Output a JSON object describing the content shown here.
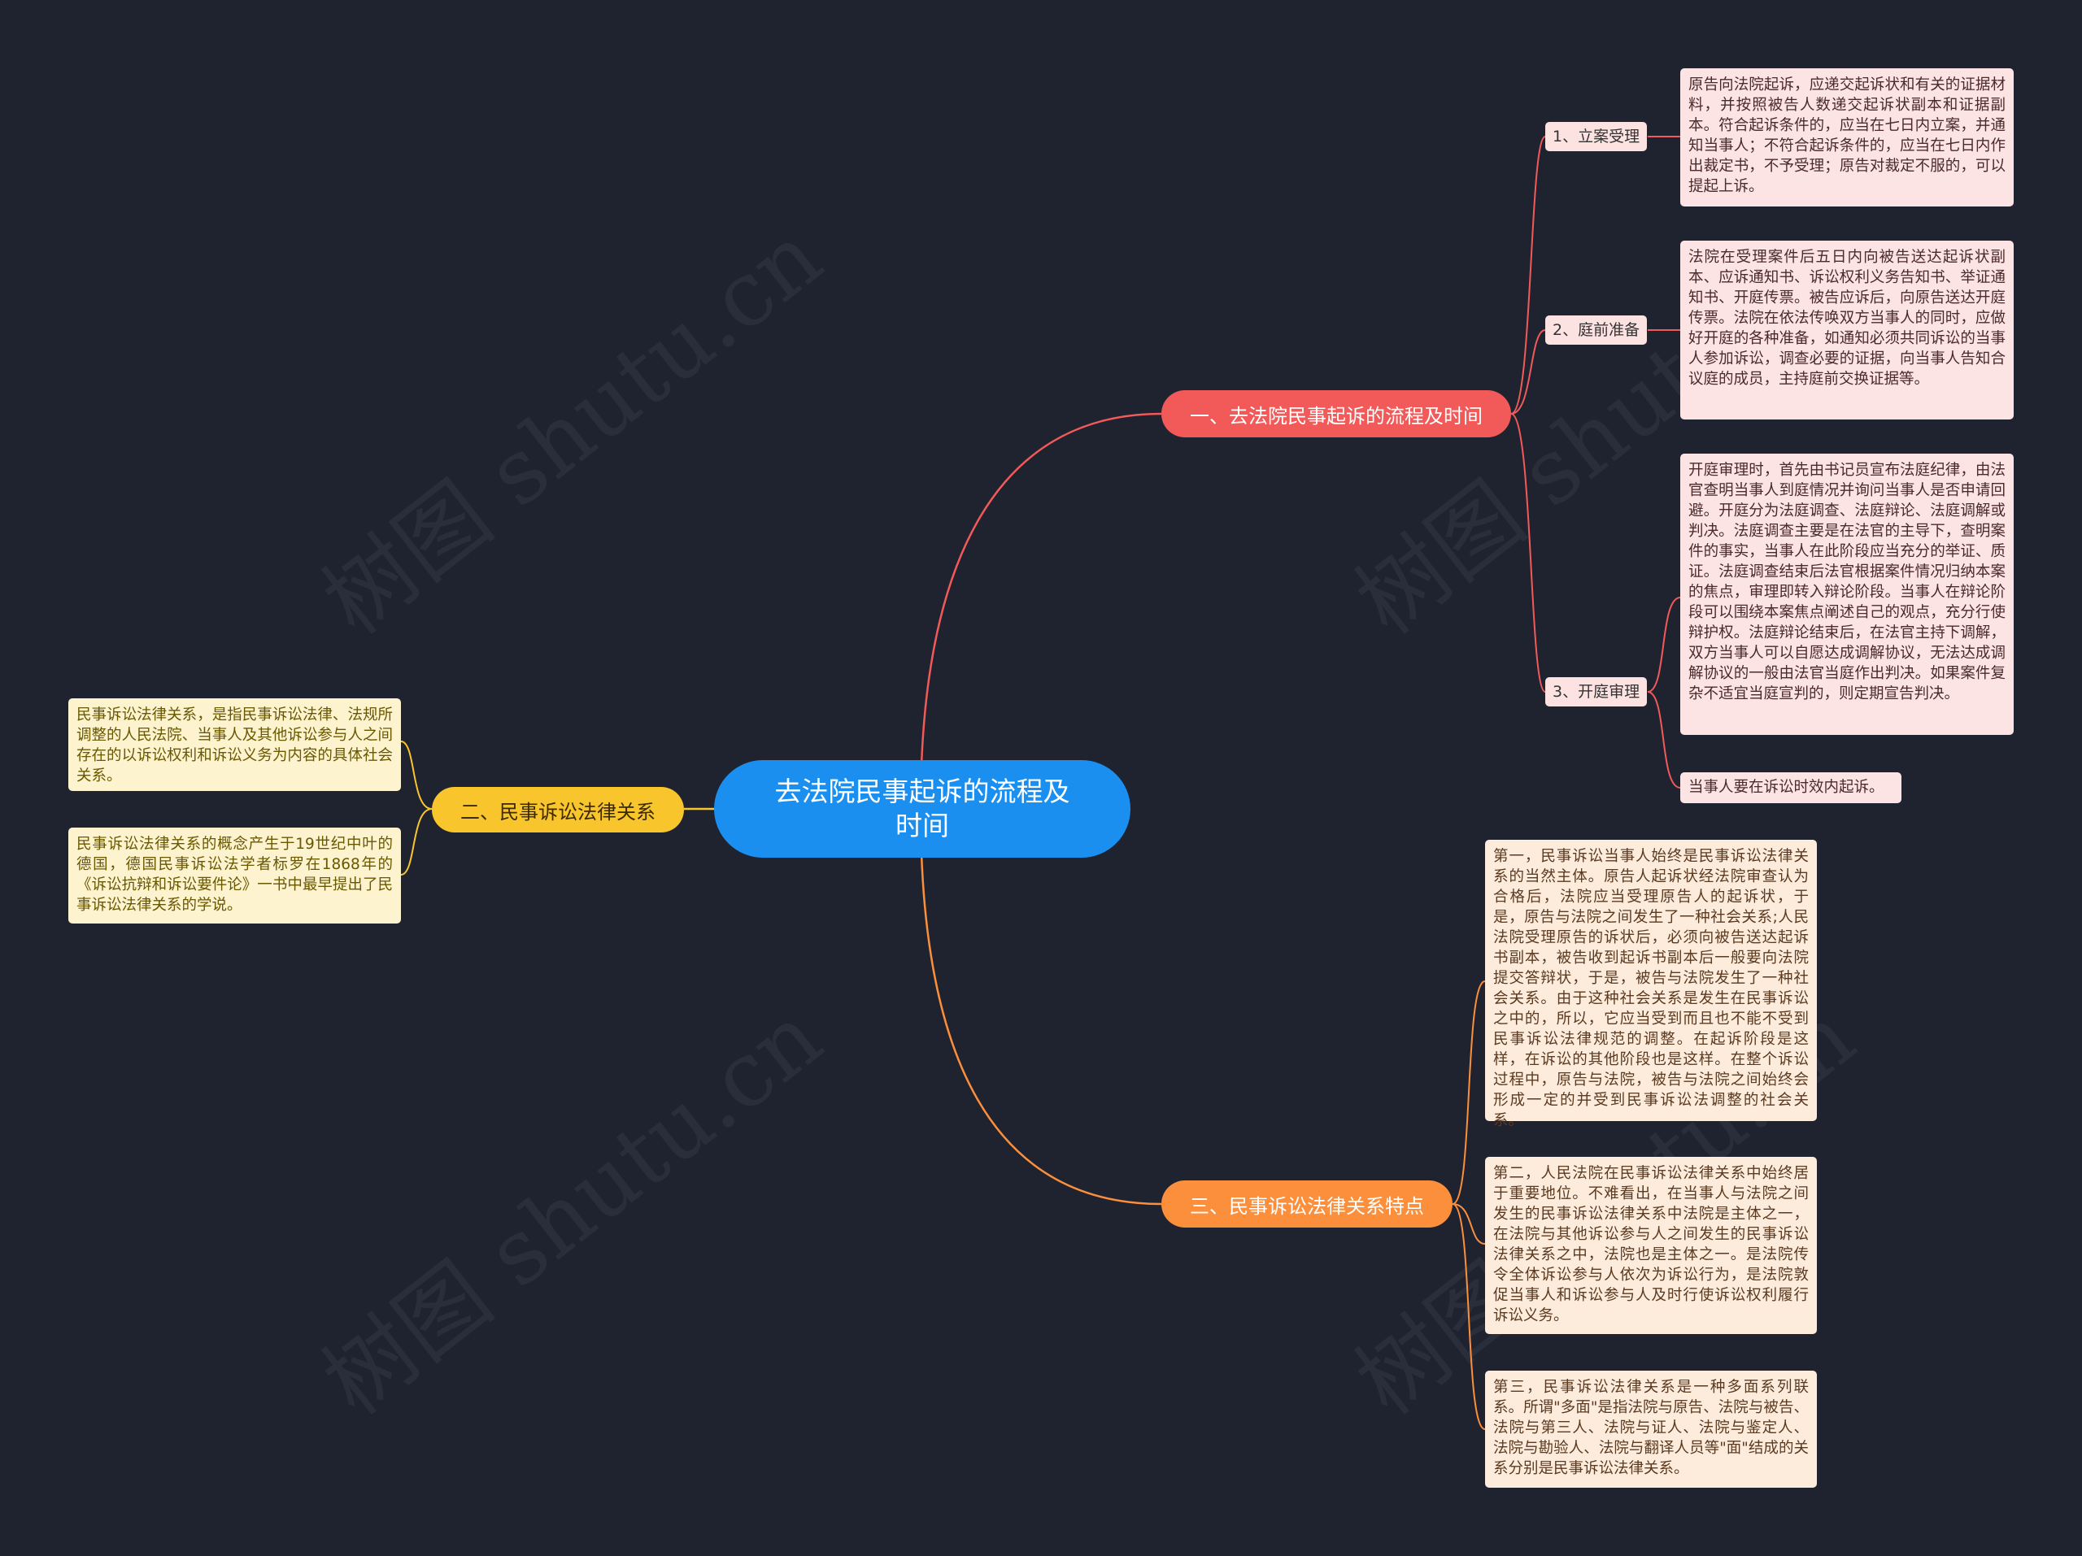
{
  "watermark": "树图 shutu.cn",
  "root": {
    "label": "去法院民事起诉的流程及时间"
  },
  "branches": {
    "process": {
      "label": "一、去法院民事起诉的流程及时间",
      "color": "#f25a5a",
      "children": [
        {
          "label": "1、立案受理",
          "text": "原告向法院起诉，应递交起诉状和有关的证据材料，并按照被告人数递交起诉状副本和证据副本。符合起诉条件的，应当在七日内立案，并通知当事人；不符合起诉条件的，应当在七日内作出裁定书，不予受理；原告对裁定不服的，可以提起上诉。"
        },
        {
          "label": "2、庭前准备",
          "text": "法院在受理案件后五日内向被告送达起诉状副本、应诉通知书、诉讼权利义务告知书、举证通知书、开庭传票。被告应诉后，向原告送达开庭传票。法院在依法传唤双方当事人的同时，应做好开庭的各种准备，如通知必须共同诉讼的当事人参加诉讼，调查必要的证据，向当事人告知合议庭的成员，主持庭前交换证据等。"
        },
        {
          "label": "3、开庭审理",
          "text": "开庭审理时，首先由书记员宣布法庭纪律，由法官查明当事人到庭情况并询问当事人是否申请回避。开庭分为法庭调查、法庭辩论、法庭调解或判决。法庭调查主要是在法官的主导下，查明案件的事实，当事人在此阶段应当充分的举证、质证。法庭调查结束后法官根据案件情况归纳本案的焦点，审理即转入辩论阶段。当事人在辩论阶段可以围绕本案焦点阐述自己的观点，充分行使辩护权。法庭辩论结束后，在法官主持下调解，双方当事人可以自愿达成调解协议，无法达成调解协议的一般由法官当庭作出判决。如果案件复杂不适宜当庭宣判的，则定期宣告判决。",
          "extra": "当事人要在诉讼时效内起诉。"
        }
      ]
    },
    "relation": {
      "label": "二、民事诉讼法律关系",
      "color": "#f8c52c",
      "leaves": [
        "民事诉讼法律关系，是指民事诉讼法律、法规所调整的人民法院、当事人及其他诉讼参与人之间存在的以诉讼权利和诉讼义务为内容的具体社会关系。",
        "民事诉讼法律关系的概念产生于19世纪中叶的德国，德国民事诉讼法学者标罗在1868年的《诉讼抗辩和诉讼要件论》一书中最早提出了民事诉讼法律关系的学说。"
      ]
    },
    "features": {
      "label": "三、民事诉讼法律关系特点",
      "color": "#fb8f3c",
      "leaves": [
        "第一，民事诉讼当事人始终是民事诉讼法律关系的当然主体。原告人起诉状经法院审查认为合格后，法院应当受理原告人的起诉状，于是，原告与法院之间发生了一种社会关系;人民法院受理原告的诉状后，必须向被告送达起诉书副本，被告收到起诉书副本后一般要向法院提交答辩状，于是，被告与法院发生了一种社会关系。由于这种社会关系是发生在民事诉讼之中的，所以，它应当受到而且也不能不受到民事诉讼法律规范的调整。在起诉阶段是这样，在诉讼的其他阶段也是这样。在整个诉讼过程中，原告与法院，被告与法院之间始终会形成一定的并受到民事诉讼法调整的社会关系。",
        "第二，人民法院在民事诉讼法律关系中始终居于重要地位。不难看出，在当事人与法院之间发生的民事诉讼法律关系中法院是主体之一，在法院与其他诉讼参与人之间发生的民事诉讼法律关系之中，法院也是主体之一。是法院传令全体诉讼参与人依次为诉讼行为，是法院敦促当事人和诉讼参与人及时行使诉讼权利履行诉讼义务。",
        "第三，民事诉讼法律关系是一种多面系列联系。所谓\"多面\"是指法院与原告、法院与被告、法院与第三人、法院与证人、法院与鉴定人、法院与勘验人、法院与翻译人员等\"面\"结成的关系分别是民事诉讼法律关系。"
      ]
    }
  }
}
